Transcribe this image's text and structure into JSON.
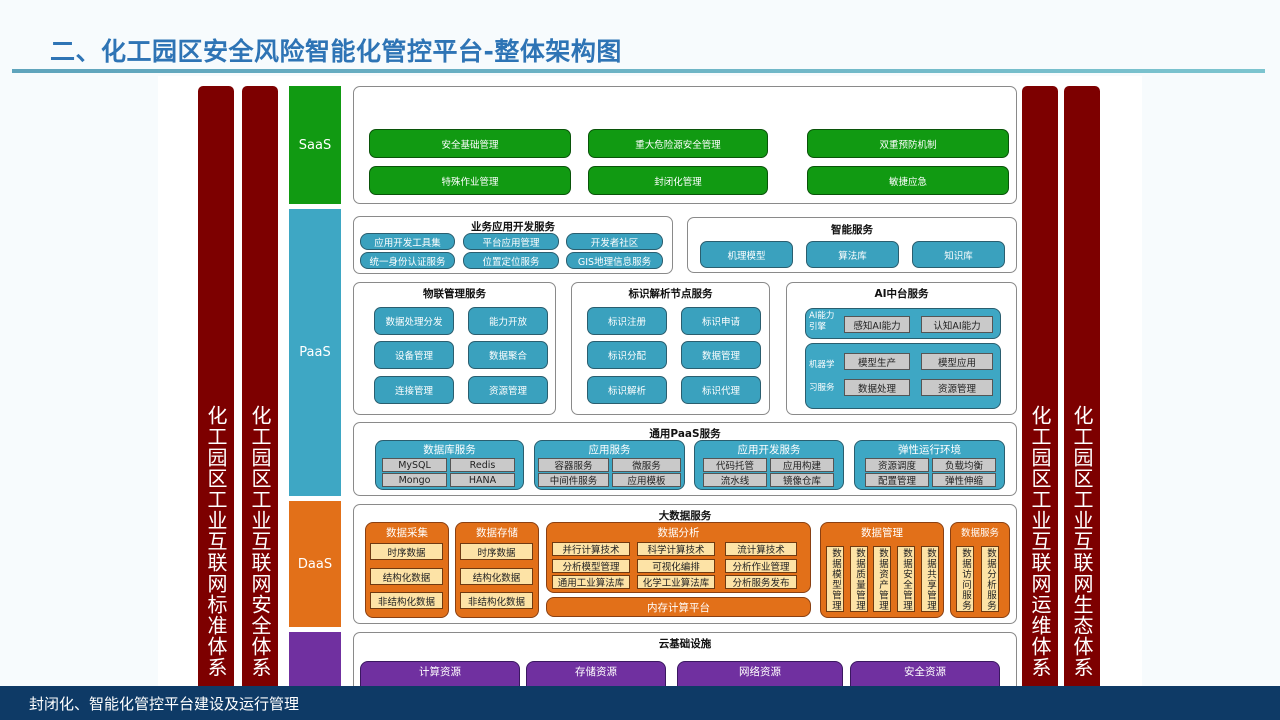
{
  "header": {
    "title": "二、化工园区安全风险智能化管控平台-整体架构图"
  },
  "footer": {
    "text": "封闭化、智能化管控平台建设及运行管理"
  },
  "colors": {
    "title": "#2e74b5",
    "side_columns": "#7d0000",
    "saas": "#119a12",
    "paas": "#3ea7c4",
    "daas": "#e27019",
    "iaas": "#7030a0",
    "footer": "#0e3a66"
  },
  "side_columns": {
    "left": [
      "化工园区工业互联网标准体系",
      "化工园区工业互联网安全体系"
    ],
    "right": [
      "化工园区工业互联网运维体系",
      "化工园区工业互联网生态体系"
    ]
  },
  "layers": {
    "saas": {
      "label": "SaaS",
      "items": [
        "安全基础管理",
        "重大危险源安全管理",
        "双重预防机制",
        "特殊作业管理",
        "封闭化管理",
        "敏捷应急"
      ]
    },
    "paas": {
      "label": "PaaS",
      "app_dev": {
        "title": "业务应用开发服务",
        "items": [
          "应用开发工具集",
          "平台应用管理",
          "开发者社区",
          "统一身份认证服务",
          "位置定位服务",
          "GIS地理信息服务"
        ]
      },
      "smart": {
        "title": "智能服务",
        "items": [
          "机理模型",
          "算法库",
          "知识库"
        ]
      },
      "iot": {
        "title": "物联管理服务",
        "items": [
          "数据处理分发",
          "能力开放",
          "设备管理",
          "数据聚合",
          "连接管理",
          "资源管理"
        ]
      },
      "id_resolve": {
        "title": "标识解析节点服务",
        "items": [
          "标识注册",
          "标识申请",
          "标识分配",
          "数据管理",
          "标识解析",
          "标识代理"
        ]
      },
      "ai": {
        "title": "AI中台服务",
        "engine": {
          "label": "AI能力引擎",
          "items": [
            "感知AI能力",
            "认知AI能力"
          ]
        },
        "ml": {
          "label": "机器学习服务",
          "items": [
            "模型生产",
            "模型应用",
            "数据处理",
            "资源管理"
          ]
        }
      },
      "general": {
        "title": "通用PaaS服务",
        "groups": [
          {
            "title": "数据库服务",
            "items": [
              "MySQL",
              "Redis",
              "Mongo",
              "HANA"
            ]
          },
          {
            "title": "应用服务",
            "items": [
              "容器服务",
              "微服务",
              "中间件服务",
              "应用模板"
            ]
          },
          {
            "title": "应用开发服务",
            "items": [
              "代码托管",
              "应用构建",
              "流水线",
              "镜像仓库"
            ]
          },
          {
            "title": "弹性运行环境",
            "items": [
              "资源调度",
              "负载均衡",
              "配置管理",
              "弹性伸缩"
            ]
          }
        ]
      }
    },
    "daas": {
      "label": "DaaS",
      "title": "大数据服务",
      "collect": {
        "title": "数据采集",
        "items": [
          "时序数据",
          "结构化数据",
          "非结构化数据"
        ]
      },
      "storage": {
        "title": "数据存储",
        "items": [
          "时序数据",
          "结构化数据",
          "非结构化数据"
        ]
      },
      "analysis": {
        "title": "数据分析",
        "items": [
          "并行计算技术",
          "科学计算技术",
          "流计算技术",
          "分析模型管理",
          "可视化编排",
          "分析作业管理",
          "通用工业算法库",
          "化学工业算法库",
          "分析服务发布"
        ],
        "platform": "内存计算平台"
      },
      "manage": {
        "title": "数据管理",
        "items": [
          "数据模型管理",
          "数据质量管理",
          "数据资产管理",
          "数据安全管理",
          "数据共享管理"
        ]
      },
      "service": {
        "title": "数据服务",
        "items": [
          "数据访问服务",
          "数据分析服务"
        ]
      }
    },
    "iaas": {
      "title": "云基础设施",
      "items": [
        "计算资源",
        "存储资源",
        "网络资源",
        "安全资源"
      ]
    }
  }
}
